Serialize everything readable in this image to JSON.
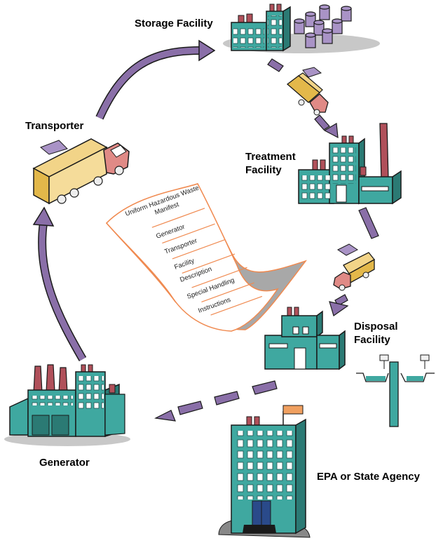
{
  "labels": {
    "storage": "Storage Facility",
    "transporter": "Transporter",
    "treatment_line1": "Treatment",
    "treatment_line2": "Facility",
    "disposal_line1": "Disposal",
    "disposal_line2": "Facility",
    "generator": "Generator",
    "epa": "EPA or State Agency"
  },
  "manifest": {
    "title_line1": "Uniform Hazardous Waste",
    "title_line2": "Manifest",
    "fields": [
      "Generator",
      "Transporter",
      "Facility",
      "Description",
      "Special Handling",
      "Instructions"
    ]
  },
  "colors": {
    "teal": "#3fa8a0",
    "teal_dark": "#2b7a74",
    "arrow_purple": "#8a6fa8",
    "truck_yellow": "#e3b84a",
    "truck_red": "#e08a86",
    "drum_purple": "#a993c6",
    "flag_orange": "#f0a060",
    "manifest_lines": "#f08a50"
  }
}
